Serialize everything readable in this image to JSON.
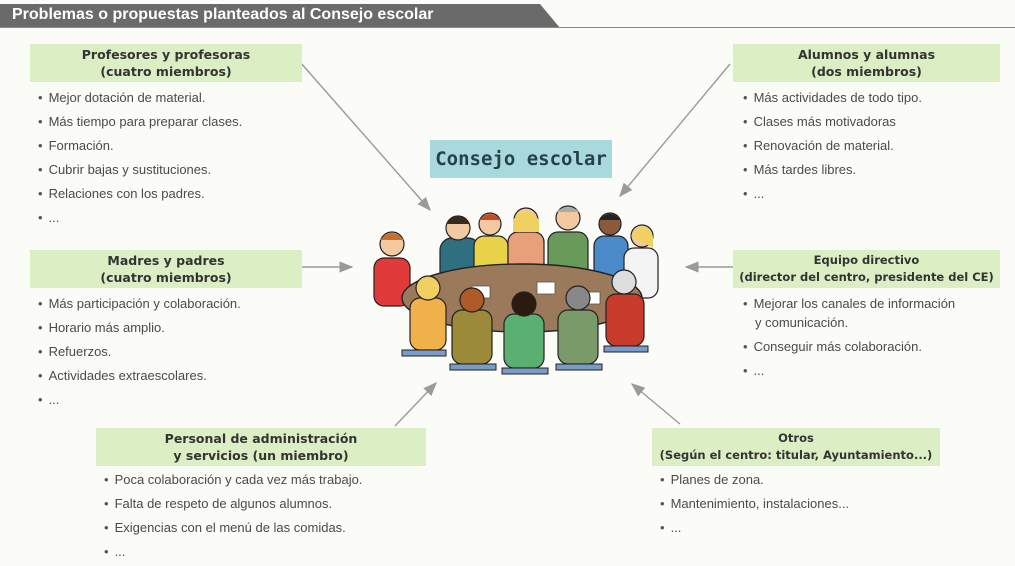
{
  "header": {
    "title": "Problemas o propuestas planteados al Consejo escolar"
  },
  "center": {
    "title": "Consejo escolar"
  },
  "groups": {
    "profesores": {
      "title1": "Profesores y profesoras",
      "title2": "(cuatro miembros)",
      "items": [
        "Mejor dotación de material.",
        "Más tiempo para preparar clases.",
        "Formación.",
        "Cubrir bajas y sustituciones.",
        "Relaciones con los padres.",
        "..."
      ]
    },
    "alumnos": {
      "title1": "Alumnos y alumnas",
      "title2": "(dos miembros)",
      "items": [
        "Más actividades de todo tipo.",
        "Clases más motivadoras",
        "Renovación de material.",
        "Más tardes libres.",
        "..."
      ]
    },
    "madres": {
      "title1": "Madres y padres",
      "title2": "(cuatro miembros)",
      "items": [
        "Más participación y colaboración.",
        "Horario más amplio.",
        "Refuerzos.",
        "Actividades extraescolares.",
        "..."
      ]
    },
    "equipo": {
      "title1": "Equipo directivo",
      "title2": "(director del centro, presidente del CE)",
      "items": [
        "Mejorar los canales de información",
        "y comunicación.",
        "Conseguir más colaboración.",
        "..."
      ]
    },
    "personal": {
      "title1": "Personal de administración",
      "title2": "y servicios (un miembro)",
      "items": [
        "Poca colaboración y cada vez más trabajo.",
        "Falta de respeto de algunos alumnos.",
        "Exigencias con el menú de las comidas.",
        "..."
      ]
    },
    "otros": {
      "title1": "Otros",
      "title2": "(Según el centro: titular, Ayuntamiento...)",
      "items": [
        "Planes de zona.",
        "Mantenimiento, instalaciones...",
        "..."
      ]
    }
  },
  "colors": {
    "header_bg": "#6a6a6a",
    "group_header_bg": "#dcefc4",
    "center_bg": "#a9d9dc"
  }
}
